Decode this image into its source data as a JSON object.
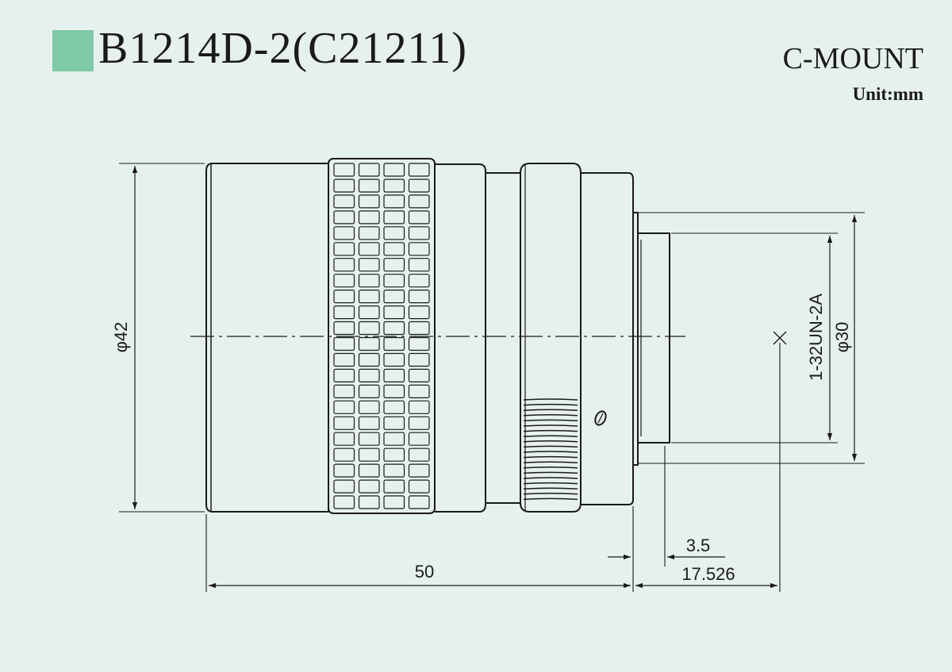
{
  "header": {
    "title": "B1214D-2(C21211)",
    "mount": "C-MOUNT",
    "unit": "Unit:mm"
  },
  "dimensions": {
    "diameter_body": "φ42",
    "diameter_mount": "φ30",
    "thread": "1-32UN-2A",
    "length_total": "50",
    "flange_back": "17.526",
    "thread_depth": "3.5"
  },
  "colors": {
    "background": "#e6f1ee",
    "accent": "#7ec9a6",
    "line": "#1a1a1a"
  }
}
